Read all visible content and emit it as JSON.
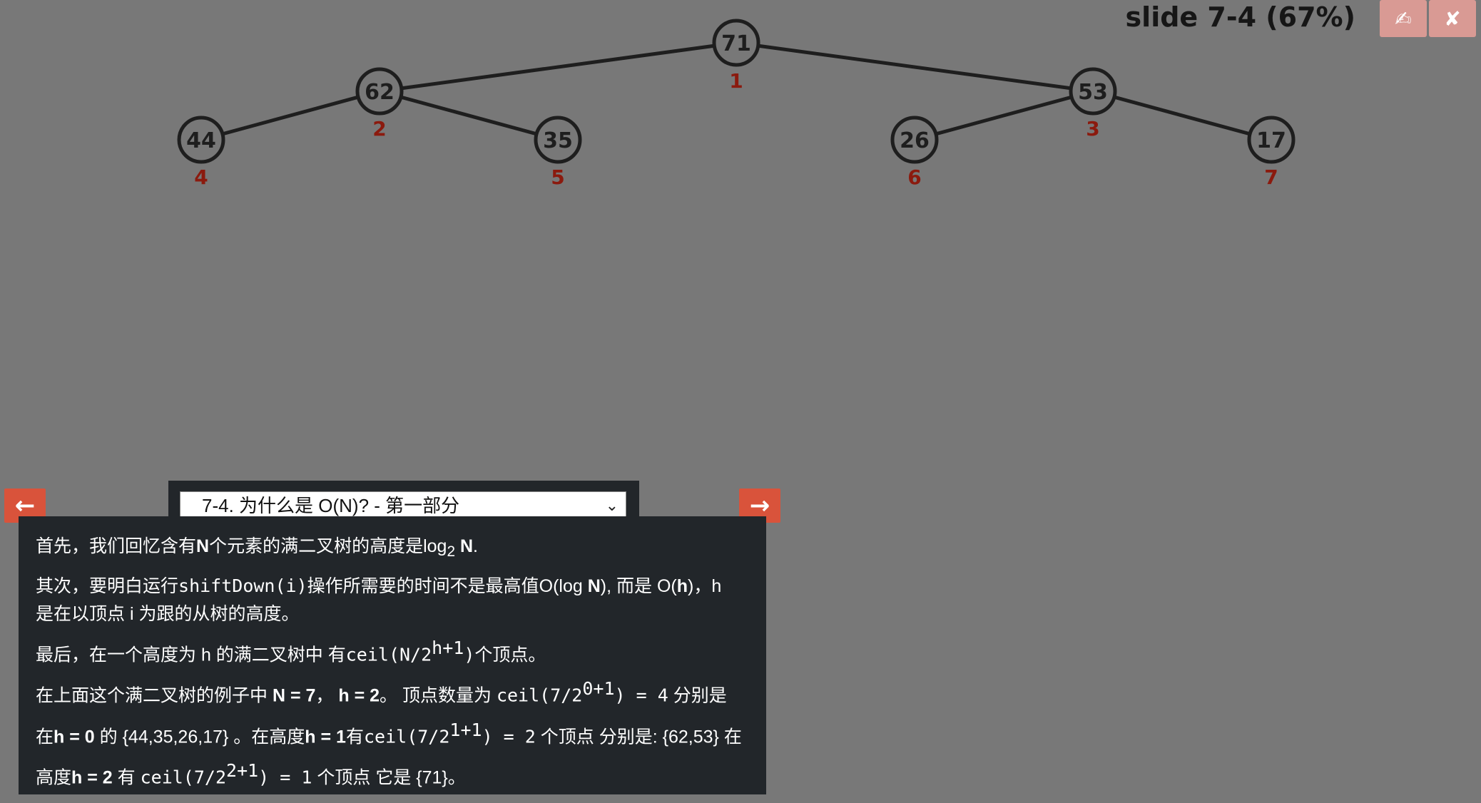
{
  "header": {
    "slide_status": "slide 7-4 (67%)",
    "draw_button_icon": "✍",
    "close_button_icon": "✘"
  },
  "tree": {
    "nodes": [
      {
        "value": "71",
        "index": "1"
      },
      {
        "value": "62",
        "index": "2"
      },
      {
        "value": "53",
        "index": "3"
      },
      {
        "value": "44",
        "index": "4"
      },
      {
        "value": "35",
        "index": "5"
      },
      {
        "value": "26",
        "index": "6"
      },
      {
        "value": "17",
        "index": "7"
      }
    ]
  },
  "nav": {
    "prev": "←",
    "next": "→",
    "selected_slide": "7-4. 为什么是 O(N)? - 第一部分",
    "chevron": "⌄"
  },
  "explanation": {
    "p1_a": "首先，我们回忆含有",
    "p1_b": "N",
    "p1_c": "个元素的满二叉树的高度是log",
    "p1_sub": "2",
    "p1_d": " N",
    "p1_e": ".",
    "p2_a": "其次，要明白运行",
    "p2_code": "shiftDown(i)",
    "p2_b": "操作所需要的时间不是最高值O(log ",
    "p2_c": "N",
    "p2_d": "), 而是 O(",
    "p2_e": "h",
    "p2_f": ")，h",
    "p2_g": "是在以顶点 i 为跟的从树的高度。",
    "p3_a": "最后，在一个高度为 h 的满二叉树中 有",
    "p3_code": "ceil(N/2",
    "p3_sup": "h+1",
    "p3_code2": ")",
    "p3_b": "个顶点。",
    "p4_a": "在上面这个满二叉树的例子中 ",
    "p4_b": "N = 7",
    "p4_c": "，  ",
    "p4_d": "h = 2",
    "p4_e": "。 顶点数量为 ",
    "p4_code1": "ceil(7/2",
    "p4_sup1": "0+1",
    "p4_code1b": ") = 4",
    "p4_f": " 分别是",
    "p5_a": "在",
    "p5_b": "h = 0",
    "p5_c": " 的 {44,35,26,17} 。在高度",
    "p5_d": "h = 1",
    "p5_e": "有",
    "p5_code": "ceil(7/2",
    "p5_sup": "1+1",
    "p5_code_b": ") = 2",
    "p5_f": " 个顶点 分别是: {62,53} 在",
    "p6_a": "高度",
    "p6_b": "h = 2",
    "p6_c": " 有 ",
    "p6_code": "ceil(7/2",
    "p6_sup": "2+1",
    "p6_code_b": ") = 1",
    "p6_d": " 个顶点 它是 {71}。"
  }
}
